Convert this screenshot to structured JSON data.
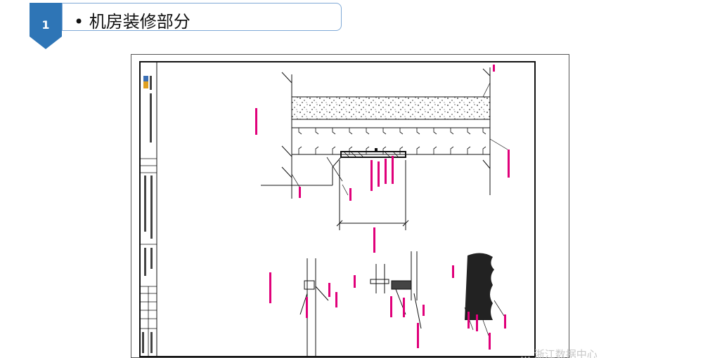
{
  "header": {
    "section_number": "1",
    "bullet": "•",
    "title": "机房装修部分"
  },
  "colors": {
    "accent": "#2e75b6",
    "annotation": "#e0007a",
    "line": "#111111"
  },
  "watermark": {
    "text": "… 浙江数据中心"
  }
}
